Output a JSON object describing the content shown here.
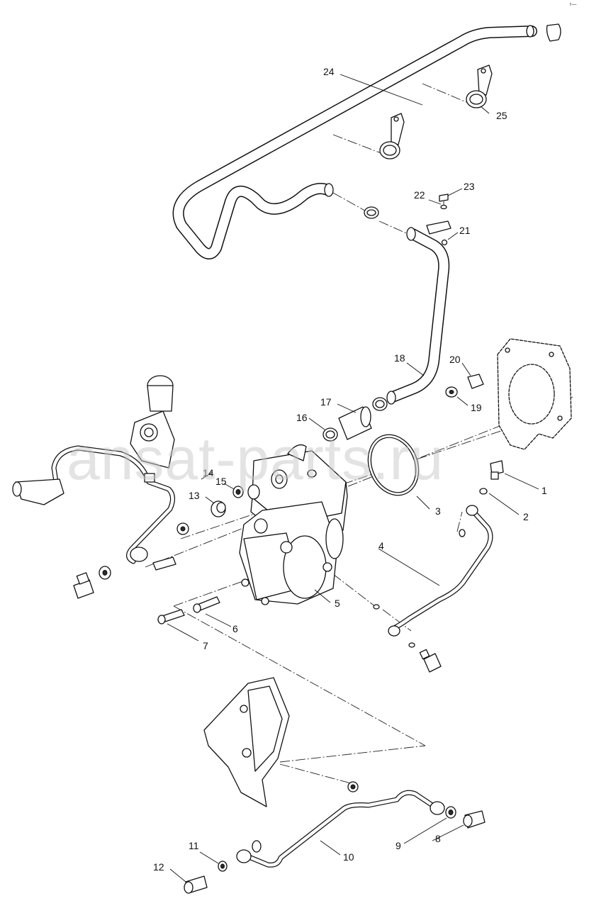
{
  "watermark": "ansat-parts.ru",
  "corner_mark": "r—",
  "callouts": [
    {
      "id": "1",
      "label": "1"
    },
    {
      "id": "2",
      "label": "2"
    },
    {
      "id": "3",
      "label": "3"
    },
    {
      "id": "4",
      "label": "4"
    },
    {
      "id": "5",
      "label": "5"
    },
    {
      "id": "6",
      "label": "6"
    },
    {
      "id": "7",
      "label": "7"
    },
    {
      "id": "8",
      "label": "8"
    },
    {
      "id": "9",
      "label": "9"
    },
    {
      "id": "10",
      "label": "10"
    },
    {
      "id": "11",
      "label": "11"
    },
    {
      "id": "12",
      "label": "12"
    },
    {
      "id": "13",
      "label": "13"
    },
    {
      "id": "14",
      "label": "14"
    },
    {
      "id": "15",
      "label": "15"
    },
    {
      "id": "16",
      "label": "16"
    },
    {
      "id": "17",
      "label": "17"
    },
    {
      "id": "18",
      "label": "18"
    },
    {
      "id": "19",
      "label": "19"
    },
    {
      "id": "20",
      "label": "20"
    },
    {
      "id": "21",
      "label": "21"
    },
    {
      "id": "22",
      "label": "22"
    },
    {
      "id": "23",
      "label": "23"
    },
    {
      "id": "24",
      "label": "24"
    },
    {
      "id": "25",
      "label": "25"
    }
  ]
}
